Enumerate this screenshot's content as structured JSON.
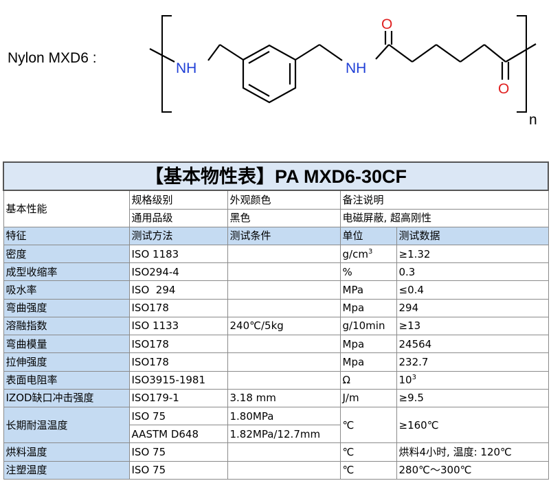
{
  "structure": {
    "polymer_name": "Nylon MXD6 :",
    "atom_nh_left": "NH",
    "atom_nh_right": "NH",
    "atom_o_top": "O",
    "atom_o_bottom": "O",
    "subscript_n": "n",
    "atom_color": "#1f3fd6",
    "oxygen_color": "#e02020"
  },
  "table": {
    "title": "【基本物性表】PA MXD6-30CF",
    "basic": {
      "label": "基本性能",
      "headers": [
        "规格级别",
        "外观颜色",
        "备注说明"
      ],
      "values": [
        "通用品级",
        "黑色",
        "电磁屏蔽, 超高刚性"
      ]
    },
    "col_headers": [
      "特征",
      "测试方法",
      "测试条件",
      "单位",
      "测试数据"
    ],
    "rows": [
      {
        "feature": "密度",
        "method": "ISO 1183",
        "condition": "",
        "unit": "g/cm",
        "unit_sup": "3",
        "value": "≥1.32"
      },
      {
        "feature": "成型收缩率",
        "method": "ISO294-4",
        "condition": "",
        "unit": "%",
        "value": "0.3"
      },
      {
        "feature": "吸水率",
        "method": "ISO  294",
        "condition": "",
        "unit": "MPa",
        "value": "≤0.4"
      },
      {
        "feature": "弯曲强度",
        "method": "ISO178",
        "condition": "",
        "unit": "Mpa",
        "value": "294"
      },
      {
        "feature": "溶融指数",
        "method": "ISO 1133",
        "condition": "240℃/5kg",
        "unit": "g/10min",
        "value": "≥13"
      },
      {
        "feature": "弯曲模量",
        "method": "ISO178",
        "condition": "",
        "unit": "Mpa",
        "value": "24564"
      },
      {
        "feature": "拉伸强度",
        "method": "ISO178",
        "condition": "",
        "unit": "Mpa",
        "value": "232.7"
      },
      {
        "feature": "表面电阻率",
        "method": "ISO3915-1981",
        "condition": "",
        "unit": "Ω",
        "value": "10",
        "value_sup": "3"
      },
      {
        "feature": "IZOD缺口冲击强度",
        "method": "ISO179-1",
        "condition": "3.18 mm",
        "unit": "J/m",
        "value": "≥9.5"
      }
    ],
    "heat": {
      "feature": "长期耐温温度",
      "methods": [
        "ISO 75",
        "AASTM D648"
      ],
      "conditions": [
        "1.80MPa",
        "1.82MPa/12.7mm"
      ],
      "unit": "℃",
      "value": "≥160℃"
    },
    "tail_rows": [
      {
        "feature": "烘料温度",
        "method": "ISO 75",
        "condition": "",
        "unit": "℃",
        "value": "烘料4小时, 温度: 120℃"
      },
      {
        "feature": "注塑温度",
        "method": "ISO 75",
        "condition": "",
        "unit": "℃",
        "value": "280℃～300℃"
      }
    ]
  }
}
